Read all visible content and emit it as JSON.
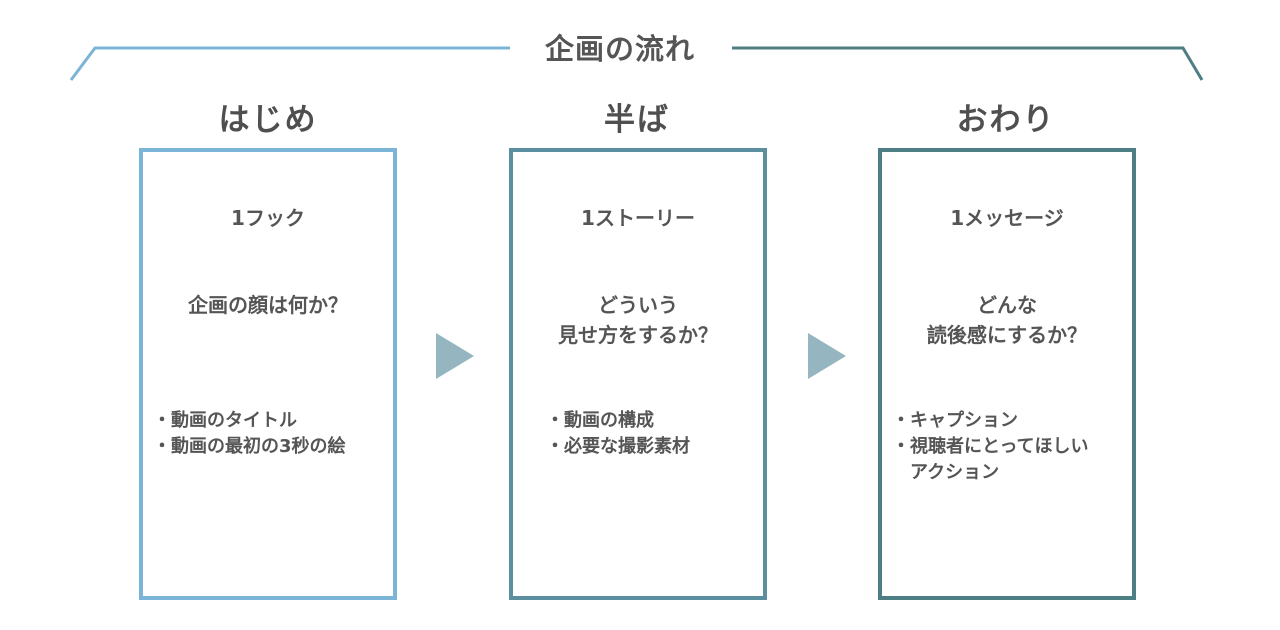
{
  "title": "企画の流れ",
  "colors": {
    "stage1": "#7ab4d6",
    "stage2": "#5b8e9f",
    "stage3": "#4d7e84",
    "arrow": "#95b6c0",
    "text": "#555555"
  },
  "stages": [
    {
      "label": "はじめ",
      "heading": "1フック",
      "question": [
        "企画の顔は何か？"
      ],
      "bullets": [
        "・動画のタイトル",
        "・動画の最初の3秒の絵"
      ]
    },
    {
      "label": "半ば",
      "heading": "1ストーリー",
      "question": [
        "どういう",
        "見せ方をするか？"
      ],
      "bullets": [
        "・動画の構成",
        "・必要な撮影素材"
      ]
    },
    {
      "label": "おわり",
      "heading": "1メッセージ",
      "question": [
        "どんな",
        "読後感にするか？"
      ],
      "bullets": [
        "・キャプション",
        "・視聴者にとってほしい",
        "　アクション"
      ]
    }
  ]
}
